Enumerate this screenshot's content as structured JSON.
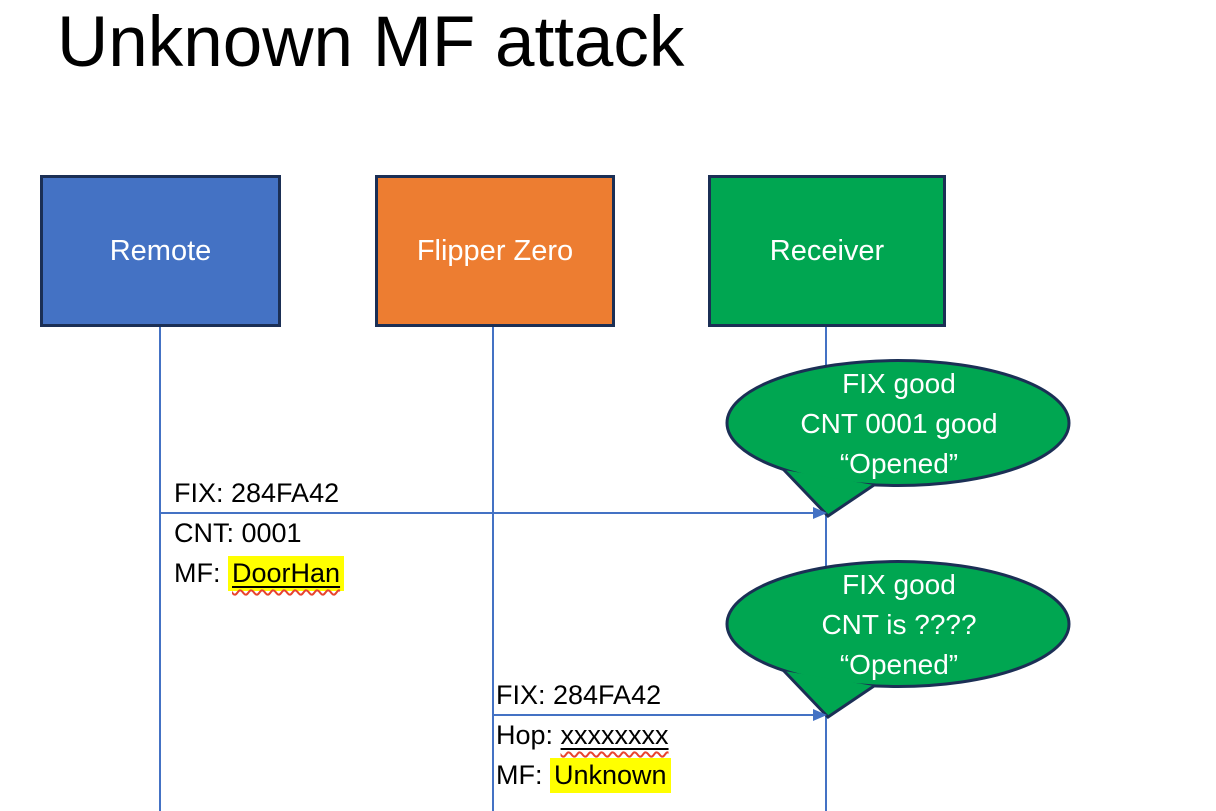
{
  "slide": {
    "title": "Unknown MF attack"
  },
  "actors": [
    {
      "id": "remote",
      "label": "Remote",
      "fill": "#4472c4"
    },
    {
      "id": "flipper",
      "label": "Flipper Zero",
      "fill": "#ed7d31"
    },
    {
      "id": "receiver",
      "label": "Receiver",
      "fill": "#00a651"
    }
  ],
  "messages": [
    {
      "from": "Remote",
      "to": "Receiver",
      "line1": "FIX: 284FA42",
      "line2": "CNT: 0001",
      "line3_prefix": "MF: ",
      "line3_value": "DoorHan"
    },
    {
      "from": "Flipper Zero",
      "to": "Receiver",
      "line1": "FIX: 284FA42",
      "line2_prefix": "Hop: ",
      "line2_value": "xxxxxxxx",
      "line3_prefix": "MF: ",
      "line3_value": "Unknown"
    }
  ],
  "callouts": [
    {
      "line1": "FIX good",
      "line2": "CNT 0001 good",
      "line3": "“Opened”"
    },
    {
      "line1": "FIX good",
      "line2": "CNT is ????",
      "line3": "“Opened”"
    }
  ],
  "colors": {
    "remote_fill": "#4472c4",
    "flipper_fill": "#ed7d31",
    "receiver_fill": "#00a651",
    "bubble_fill": "#00a651",
    "shape_outline": "#1b2f55",
    "connector_blue": "#4472c4",
    "highlight_yellow": "#ffff00",
    "spellcheck_red": "#e8442e",
    "title_text": "#000000",
    "shape_text": "#ffffff"
  }
}
